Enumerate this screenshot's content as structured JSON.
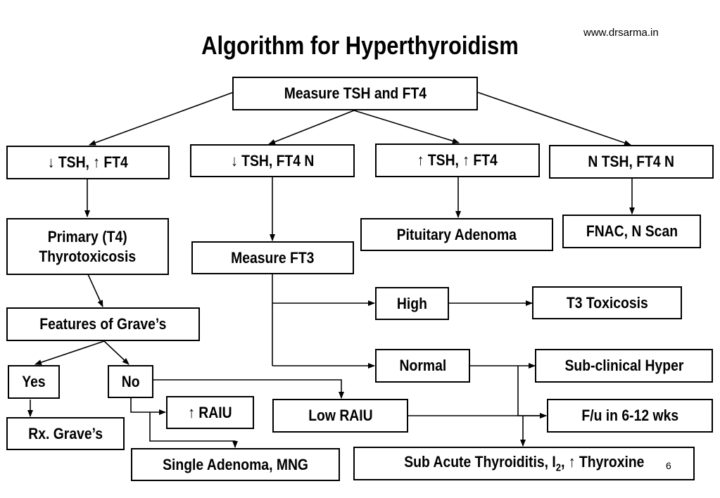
{
  "title": "Algorithm for Hyperthyroidism",
  "website": "www.drsarma.in",
  "slide_number": "6",
  "nodes": {
    "measure": "Measure TSH and FT4",
    "low_tsh_high_ft4": "↓ TSH, ↑ FT4",
    "low_tsh_ft4_n": "↓ TSH,  FT4 N",
    "high_tsh_high_ft4": "↑ TSH, ↑ FT4",
    "n_tsh_ft4_n": "N TSH,  FT4 N",
    "primary_line1": "Primary (T4)",
    "primary_line2": "Thyrotoxicosis",
    "pituitary": "Pituitary Adenoma",
    "fnac": "FNAC, N Scan",
    "measure_ft3": "Measure FT3",
    "high": "High",
    "t3_toxicosis": "T3 Toxicosis",
    "graves_features": "Features of Grave’s",
    "yes": "Yes",
    "no": "No",
    "normal": "Normal",
    "subclinical": "Sub-clinical Hyper",
    "raiu_high": "↑ RAIU",
    "low_raiu": "Low RAIU",
    "fu": "F/u in 6-12 wks",
    "rx_graves": "Rx. Grave’s",
    "single_adenoma": "Single Adenoma, MNG",
    "subacute_prefix": "Sub Acute Thyroiditis, I",
    "subacute_sub": "2",
    "subacute_suffix": ", ↑ Thyroxine"
  }
}
